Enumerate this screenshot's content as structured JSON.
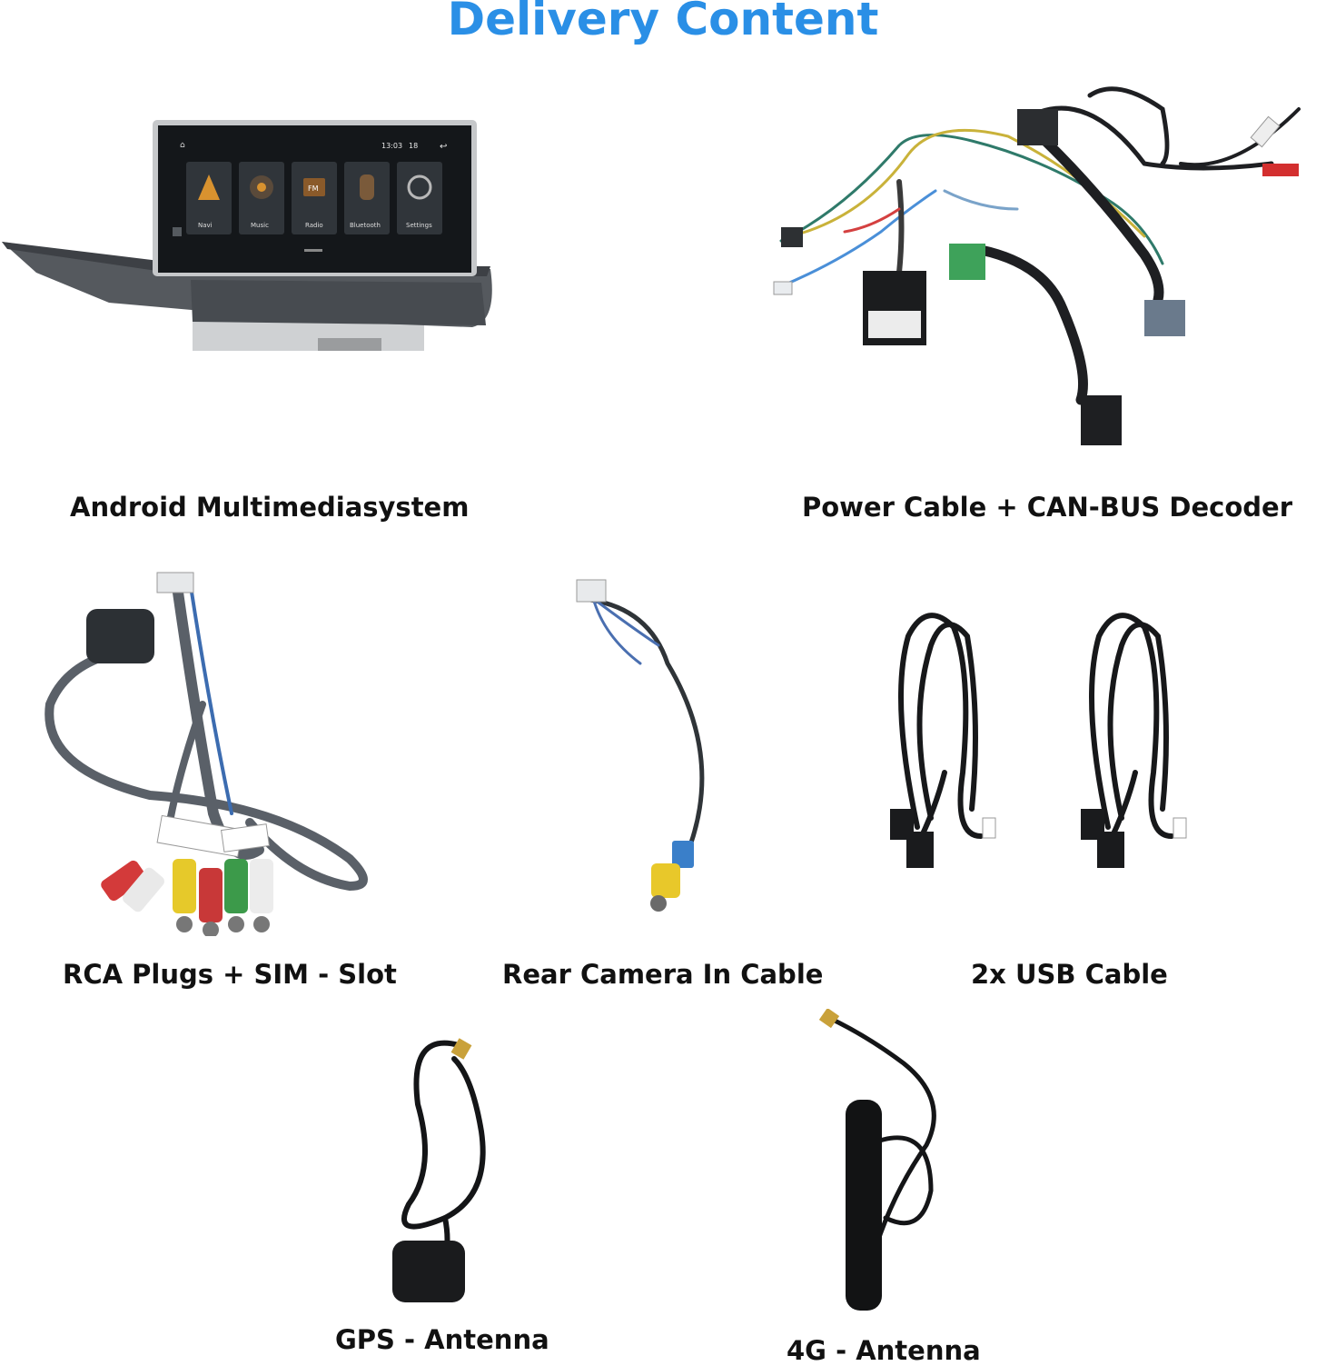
{
  "page": {
    "title": "Delivery Content",
    "accent_color": "#2a8fe6"
  },
  "items": [
    {
      "label": "Android Multimediasystem",
      "icon": "head-unit-screen-icon"
    },
    {
      "label": "Power Cable + CAN-BUS Decoder",
      "icon": "wiring-harness-icon"
    },
    {
      "label": "RCA Plugs + SIM - Slot",
      "icon": "rca-cable-icon"
    },
    {
      "label": "Rear Camera In Cable",
      "icon": "camera-cable-icon"
    },
    {
      "label": "2x USB Cable",
      "icon": "usb-cable-icon"
    },
    {
      "label": "GPS - Antenna",
      "icon": "gps-antenna-icon"
    },
    {
      "label": "4G - Antenna",
      "icon": "lte-antenna-icon"
    }
  ],
  "screen": {
    "status_time": "13:03",
    "status_volume": "18",
    "apps": [
      {
        "label": "Navi",
        "icon": "navi-icon"
      },
      {
        "label": "Music",
        "icon": "music-icon"
      },
      {
        "label": "Radio",
        "icon": "radio-icon",
        "badge": "FM"
      },
      {
        "label": "Bluetooth",
        "icon": "bluetooth-icon"
      },
      {
        "label": "Settings",
        "icon": "settings-icon"
      }
    ]
  }
}
